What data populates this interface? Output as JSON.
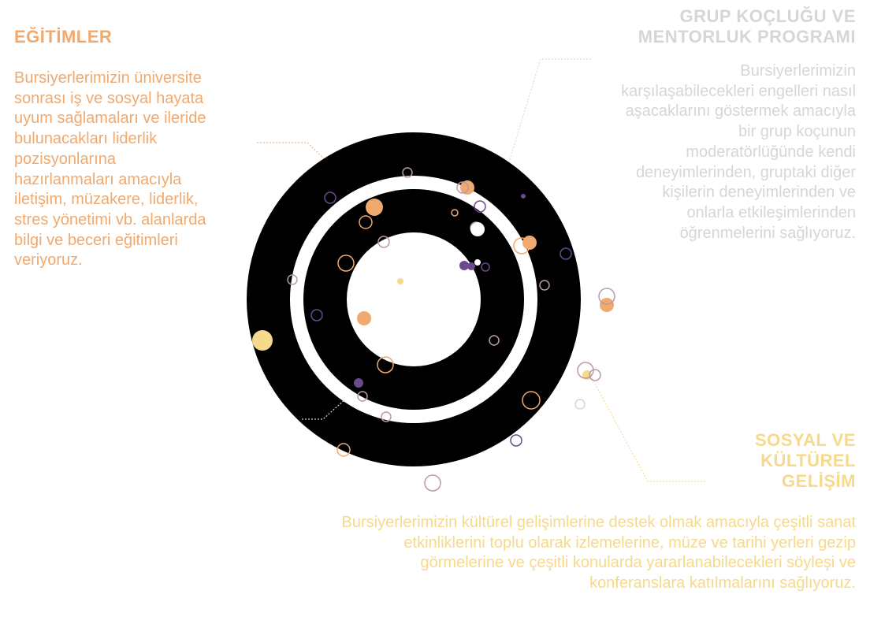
{
  "egitimler": {
    "title": "EĞİTİMLER",
    "body": "Bursiyerlerimizin üniversite sonrası iş ve sosyal hayata uyum sağlamaları ve ileride bulunacakları liderlik pozisyonlarına hazırlanmaları amacıyla iletişim, müzakere, liderlik, stres yönetimi vb. alanlarda bilgi ve beceri eğitimleri veriyoruz."
  },
  "grup": {
    "title": "GRUP KOÇLUĞU VE MENTORLUK PROGRAMI",
    "body": "Bursiyerlerimizin karşılaşabilecekleri engelleri nasıl aşacaklarını göstermek amacıyla bir grup koçunun moderatörlüğünde kendi deneyimlerinden, gruptaki diğer kişilerin deneyimlerinden ve onlarla etkileşimlerinden öğrenmelerini sağlıyoruz."
  },
  "sosyal": {
    "title": "SOSYAL VE KÜLTÜREL GELİŞİM",
    "body": "Bursiyerlerimizin kültürel gelişimlerine destek olmak amacıyla çeşitli sanat etkinliklerini toplu olarak izlemelerine, müze ve tarihi yerleri gezip görmelerine ve çeşitli konularda yararlanabilecekleri söyleşi ve konferanslara katılmalarını sağlıyoruz."
  },
  "colors": {
    "orange": "#f0a96e",
    "grey": "#d6d6d6",
    "yellow": "#f6d98a",
    "purple": "#6a4a8c",
    "mauve": "#b89aaa",
    "ring": "#000000"
  }
}
